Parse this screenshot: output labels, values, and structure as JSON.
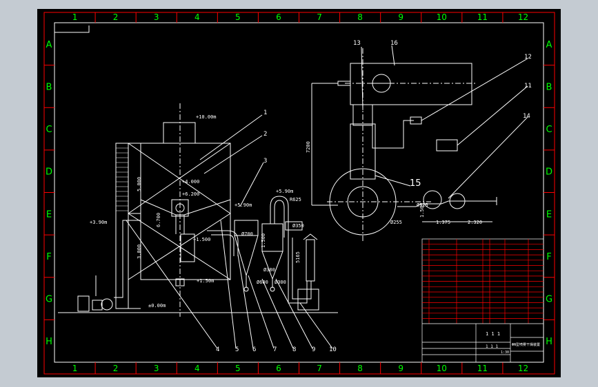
{
  "colors": {
    "background": "#c4cbd2",
    "sheet": "#000000",
    "frame": "#ff0000",
    "ruler_text": "#00ff00",
    "lines": "#ffffff",
    "title_block_red": "#ff0000"
  },
  "ruler": {
    "columns": [
      "1",
      "2",
      "3",
      "4",
      "5",
      "6",
      "7",
      "8",
      "9",
      "10",
      "11",
      "12"
    ],
    "rows": [
      "A",
      "B",
      "C",
      "D",
      "E",
      "F",
      "G",
      "H"
    ]
  },
  "elevation": {
    "levels": [
      "+10.00m",
      "+5.90m",
      "+5.90m",
      "+3.90m",
      "+1.50m",
      "±0.00m",
      "+4.000",
      "+6.200",
      "+1.500"
    ],
    "dimensions": [
      "5.000",
      "3.000",
      "6.700",
      "R625",
      "1.500",
      "5165",
      "Ø350",
      "Ø300",
      "Ø700",
      "Ø380",
      "Ø600"
    ]
  },
  "plan": {
    "dimensions": [
      "7200",
      "Ø255",
      "1.375",
      "2.320",
      "1.505",
      "Ø525"
    ],
    "big_label": "15"
  },
  "callouts": {
    "top": [
      "1",
      "2",
      "3"
    ],
    "bottom": [
      "4",
      "5",
      "6",
      "7",
      "8",
      "9",
      "10"
    ],
    "plan": [
      "13",
      "16",
      "12",
      "11",
      "14"
    ]
  },
  "title_block": {
    "center_text": "1 1 1",
    "sub_text": "1 1 1",
    "drawing_name": "ΦN型喷雾干燥装置",
    "scale_text": "1:30"
  }
}
